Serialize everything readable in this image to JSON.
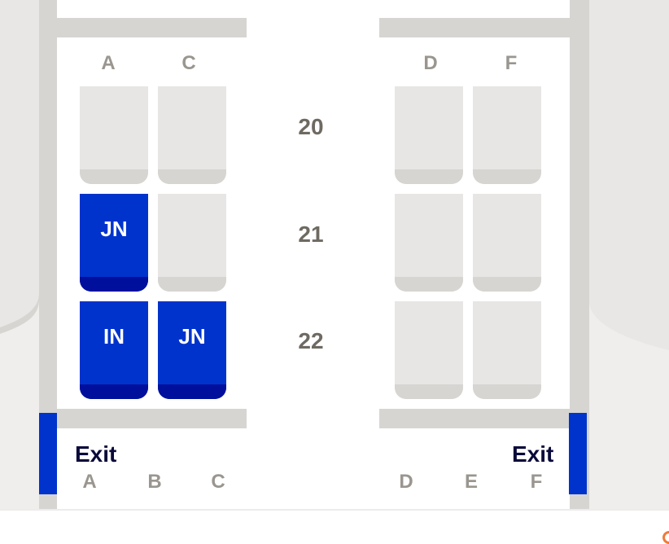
{
  "columns_top": [
    "A",
    "C",
    "D",
    "F"
  ],
  "rows": [
    {
      "number": "20",
      "seats": {
        "A": "",
        "C": "",
        "D": "",
        "F": ""
      }
    },
    {
      "number": "21",
      "seats": {
        "A": "JN",
        "C": "",
        "D": "",
        "F": ""
      }
    },
    {
      "number": "22",
      "seats": {
        "A": "IN",
        "C": "JN",
        "D": "",
        "F": ""
      }
    }
  ],
  "exit": {
    "left_label": "Exit",
    "right_label": "Exit"
  },
  "columns_bottom": [
    "A",
    "B",
    "C",
    "D",
    "E",
    "F"
  ],
  "colors": {
    "occupied_seat": "#0033cc",
    "occupied_seat_base": "#00109c",
    "available_seat": "#e7e6e4",
    "exit_marker": "#0033cc",
    "wall": "#d6d5d2"
  }
}
